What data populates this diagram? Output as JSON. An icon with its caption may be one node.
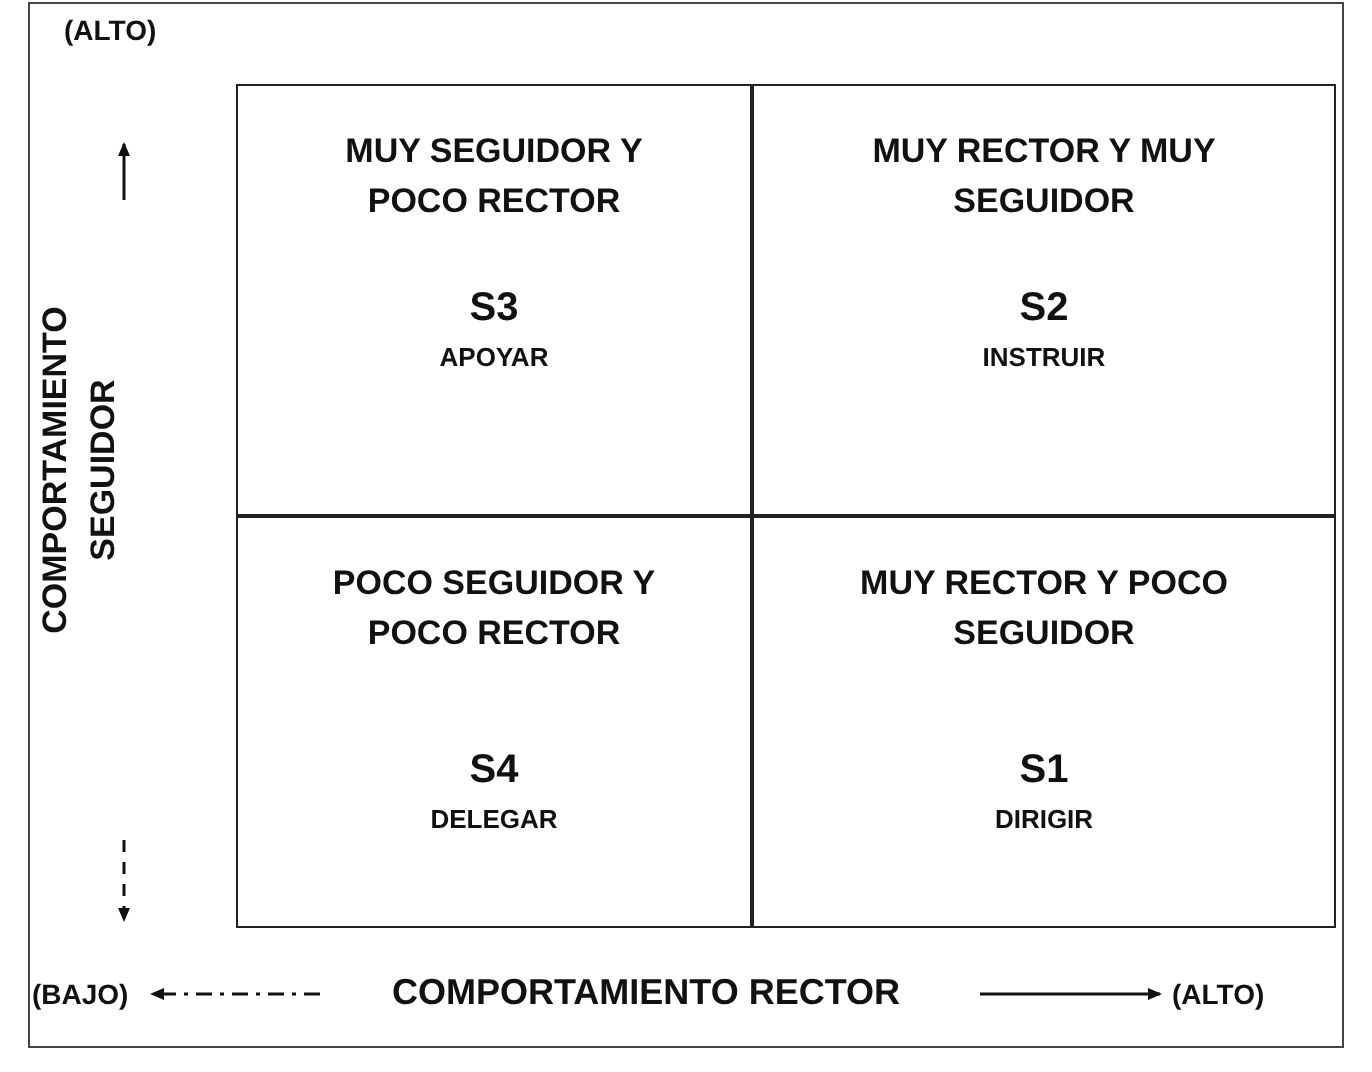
{
  "diagram": {
    "nodes": [
      {
        "text": [
          "MUY SEGUIDOR Y POCO RECTOR",
          "S3",
          "APOYAR"
        ]
      },
      {
        "text": [
          "MUY RECTOR Y MUY SEGUIDOR",
          "S2",
          "INSTRUIR"
        ]
      },
      {
        "text": [
          "POCO SEGUIDOR Y POCO RECTOR",
          "S4",
          "DELEGAR"
        ]
      },
      {
        "text": [
          "MUY RECTOR Y POCO SEGUIDOR",
          "S1",
          "DIRIGIR"
        ]
      }
    ],
    "edges": [],
    "labels": [
      "(ALTO)",
      "COMPORTAMIENTO SEGUIDOR",
      "(BAJO)",
      "COMPORTAMIENTO RECTOR",
      "(ALTO)"
    ]
  }
}
